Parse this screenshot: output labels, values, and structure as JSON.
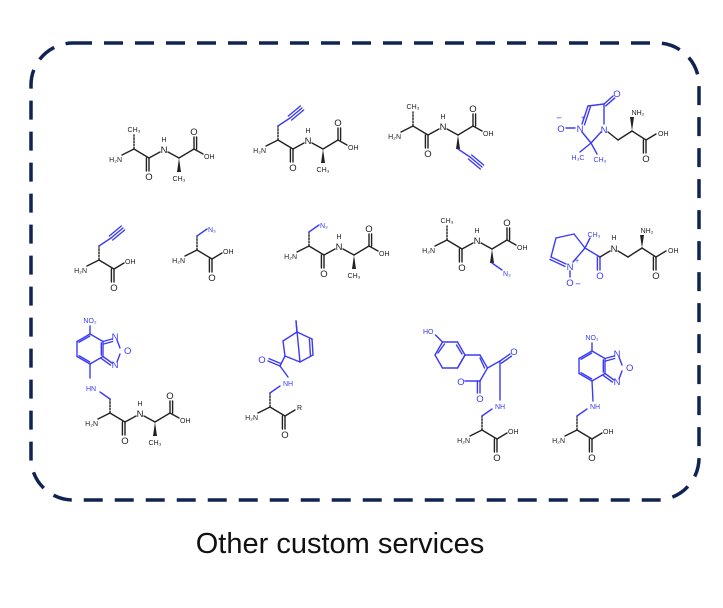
{
  "caption": "Other custom services",
  "colors": {
    "border": "#0f2452",
    "skeleton": "#222222",
    "modification": "#3b3bf5"
  },
  "atom_labels": {
    "amine": "H₂N",
    "methyl": "CH₃",
    "methyl_left": "H₃C",
    "oxygen": "O",
    "nitrogen": "N",
    "hydrogen": "H",
    "hydroxyl": "OH",
    "hydroxyl_left": "HO",
    "azide": "N₃",
    "nh": "NH",
    "hn": "HN",
    "nitro": "NO₂",
    "amino_top": "NH₂",
    "r_group": "R",
    "plus": "+",
    "minus": "−"
  }
}
